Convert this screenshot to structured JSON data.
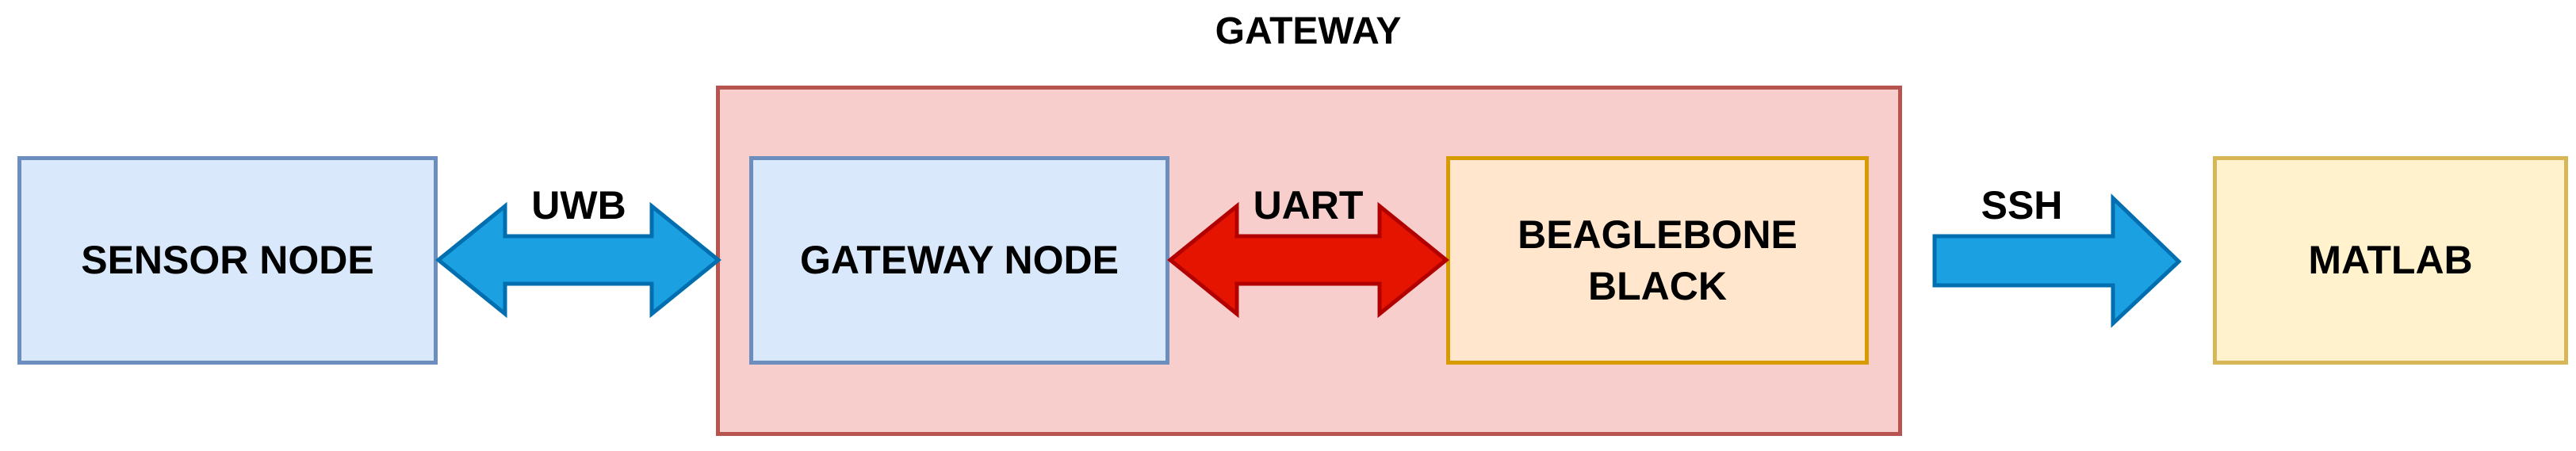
{
  "diagram": {
    "group": {
      "title": "GATEWAY",
      "fill": "#f8cecc",
      "stroke": "#b85450"
    },
    "nodes": {
      "sensor_node": {
        "label": "SENSOR NODE",
        "fill": "#dae8fc",
        "stroke": "#6c8ebf"
      },
      "gateway_node": {
        "label": "GATEWAY NODE",
        "fill": "#dae8fc",
        "stroke": "#6c8ebf"
      },
      "beaglebone": {
        "label_line1": "BEAGLEBONE",
        "label_line2": "BLACK",
        "fill": "#ffe6cc",
        "stroke": "#d79b00"
      },
      "matlab": {
        "label": "MATLAB",
        "fill": "#fff2cc",
        "stroke": "#d6b656"
      }
    },
    "links": {
      "uwb": {
        "label": "UWB",
        "direction": "bidirectional",
        "fill": "#1ba1e2",
        "stroke": "#006eaf"
      },
      "uart": {
        "label": "UART",
        "direction": "bidirectional",
        "fill": "#e51400",
        "stroke": "#b20000"
      },
      "ssh": {
        "label": "SSH",
        "direction": "right",
        "fill": "#1ba1e2",
        "stroke": "#006eaf"
      }
    }
  }
}
